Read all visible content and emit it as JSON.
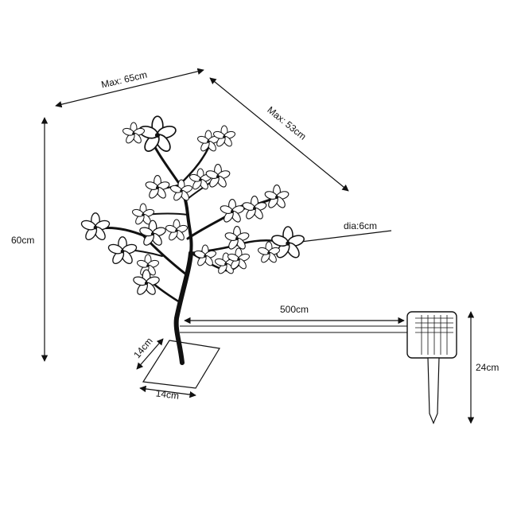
{
  "dimensions": {
    "width_max": "Max: 65cm",
    "depth_max": "Max: 53cm",
    "height": "60cm",
    "flower_diameter": "dia:6cm",
    "cable_length": "500cm",
    "base_depth": "14cm",
    "base_width": "14cm",
    "panel_height": "24cm"
  },
  "colors": {
    "line": "#111111",
    "background": "#ffffff"
  }
}
